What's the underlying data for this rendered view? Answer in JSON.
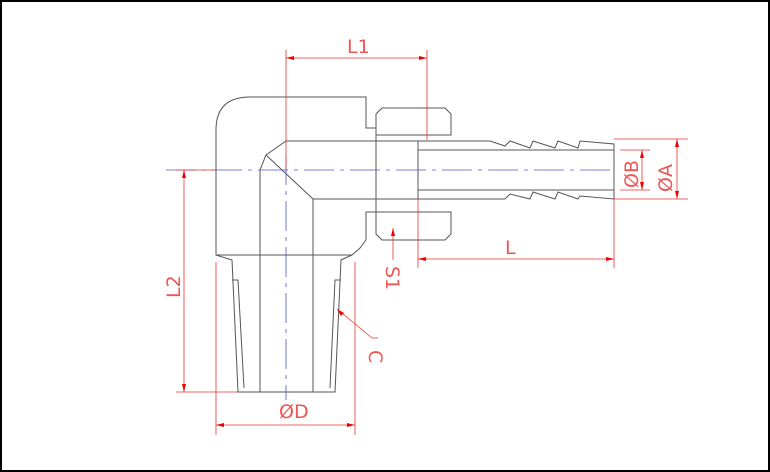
{
  "drawing": {
    "title": "Elbow hose barb fitting cross-section",
    "dimensions": {
      "l1": "L1",
      "l": "L",
      "l2": "L2",
      "od": "ØD",
      "ob": "ØB",
      "oa": "ØA",
      "s1": "S1",
      "c": "C"
    },
    "colors": {
      "part": "#555555",
      "dimension": "#ee3333",
      "hatch": "#cc66cc",
      "centerline": "#5555cc"
    }
  }
}
